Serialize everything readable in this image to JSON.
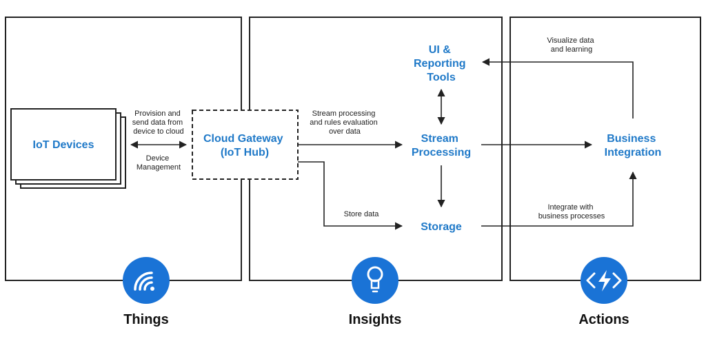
{
  "sections": {
    "things": {
      "title": "Things",
      "icon": "wifi-icon"
    },
    "insights": {
      "title": "Insights",
      "icon": "lightbulb-icon"
    },
    "actions": {
      "title": "Actions",
      "icon": "lightning-code-icon"
    }
  },
  "nodes": {
    "iot_devices": {
      "label": "IoT Devices"
    },
    "cloud_gateway": {
      "line1": "Cloud Gateway",
      "line2": "(IoT Hub)"
    },
    "ui_reporting": {
      "line1": "UI &",
      "line2": "Reporting",
      "line3": "Tools"
    },
    "stream_processing": {
      "line1": "Stream",
      "line2": "Processing"
    },
    "storage": {
      "label": "Storage"
    },
    "business_integration": {
      "line1": "Business",
      "line2": "Integration"
    }
  },
  "connectors": {
    "provision": {
      "line1": "Provision and",
      "line2": "send data from",
      "line3": "device to cloud"
    },
    "device_management": {
      "line1": "Device",
      "line2": "Management"
    },
    "stream_processing": {
      "line1": "Stream processing",
      "line2": "and rules evaluation",
      "line3": "over data"
    },
    "store_data": {
      "label": "Store data"
    },
    "visualize": {
      "line1": "Visualize data",
      "line2": "and learning"
    },
    "integrate": {
      "line1": "Integrate with",
      "line2": "business processes"
    }
  },
  "colors": {
    "accent": "#1f79c8",
    "icon_circle": "#1a73d6",
    "line": "#222222"
  }
}
